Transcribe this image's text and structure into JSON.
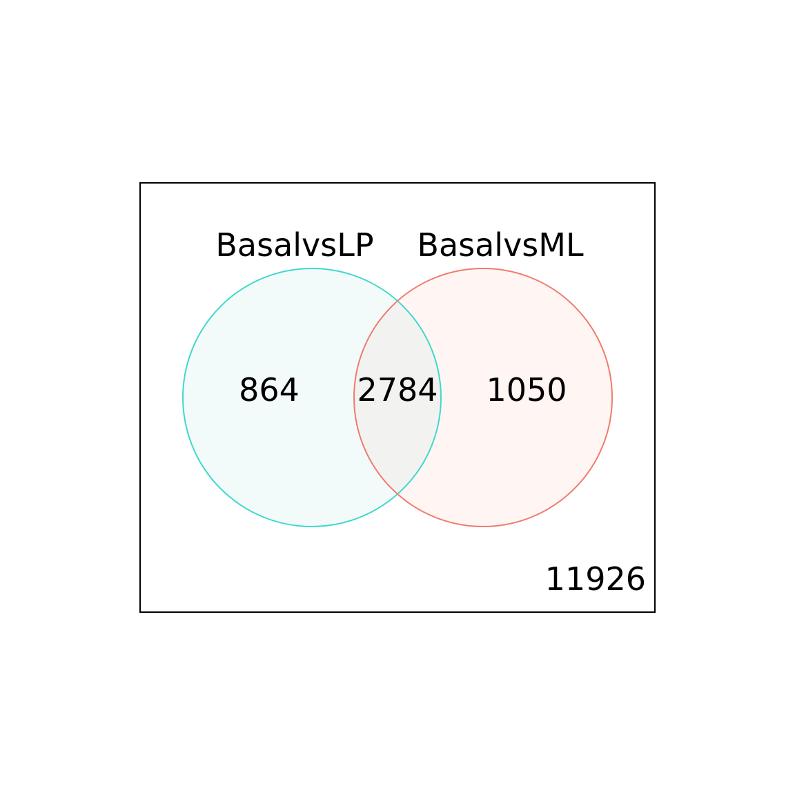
{
  "diagram": {
    "type": "venn",
    "sets": [
      {
        "id": "lp",
        "label": "BasalvsLP",
        "color": "#3FD8CC",
        "fill": "#F3FBFA"
      },
      {
        "id": "ml",
        "label": "BasalvsML",
        "color": "#F07A6C",
        "fill": "#FFF6F4"
      }
    ],
    "intersection_fill": "#F2F3F0",
    "frame_color": "#000000",
    "counts": {
      "lp_only": "864",
      "both": "2784",
      "ml_only": "1050",
      "neither": "11926"
    }
  }
}
